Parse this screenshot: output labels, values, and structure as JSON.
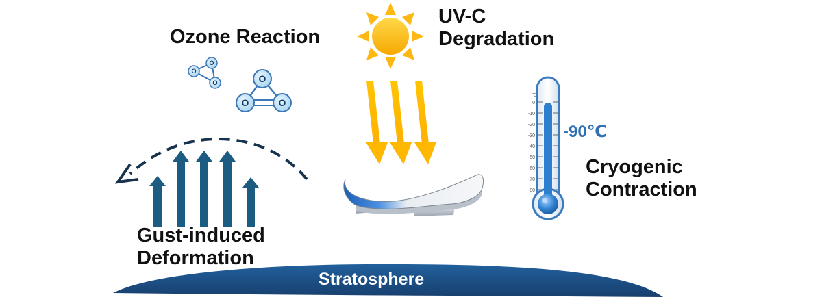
{
  "labels": {
    "ozone": "Ozone Reaction",
    "uvc_line1": "UV-C",
    "uvc_line2": "Degradation",
    "gust_line1": "Gust-induced",
    "gust_line2": "Deformation",
    "cryo_line1": "Cryogenic",
    "cryo_line2": "Contraction",
    "temperature": "-90℃",
    "ground": "Stratosphere"
  },
  "thermometer": {
    "unit_label": "℃",
    "ticks": [
      "0",
      "-10",
      "-20",
      "-30",
      "-40",
      "-50",
      "-60",
      "-70",
      "-80"
    ]
  },
  "ozone_atom_symbol": "O",
  "icons": {
    "sun": "sun-icon",
    "uv_rays": "downward-arrows-icon",
    "ozone_small": "ozone-molecule-icon",
    "ozone_large": "ozone-molecule-icon",
    "gust": "upward-arrows-icon",
    "deflection": "curved-arrow-icon",
    "membrane": "curved-membrane-icon",
    "thermometer": "thermometer-icon"
  },
  "colors": {
    "sun": "#fdb813",
    "uv_arrows": "#ffb800",
    "gust_arrows": "#1c5c82",
    "deflection_arrow": "#17324d",
    "ozone_atom_fill": "#bfe0f5",
    "ozone_atom_stroke": "#3b78b5",
    "thermometer_liquid": "#2f7fd0",
    "temperature_text": "#2f6fb3",
    "stratosphere_band": "#1a4f86",
    "membrane_blue": "#2f73c9",
    "membrane_gray": "#cfd4da"
  }
}
